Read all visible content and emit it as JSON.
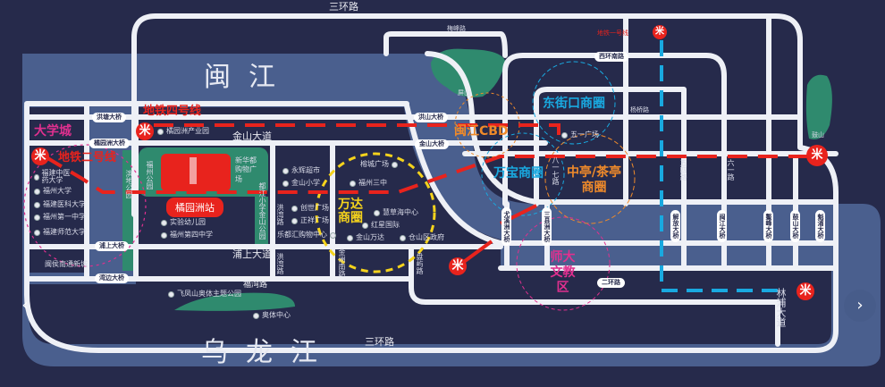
{
  "rivers": {
    "minjiang": "闽江",
    "wulongjiang": "乌龙江"
  },
  "roads": {
    "sanhuan_top": "三环路",
    "sanhuan_bottom": "三环路",
    "jinshan": "金山大道",
    "pushang": "浦上大道",
    "fuwan": "福湾路",
    "meifeng": "梅峰路",
    "xihuannan": "西环南路",
    "yangqiao": "杨桥路",
    "erhuan": "二环路",
    "bayiqi": "八一七路",
    "wusi": "五四路",
    "liuyi": "六一路",
    "hongwan1": "洪湾路",
    "hongwan2": "洪湾路",
    "jinzhounan": "金洲南路",
    "panyu": "盘屿路",
    "linpu": "林浦大道"
  },
  "bridges": {
    "hongtang": "洪塘大桥",
    "juyuanzhou": "橘园洲大桥",
    "pushang": "浦上大桥",
    "wanbian": "湾边大桥",
    "hongshan": "洪山大桥",
    "jinshan": "金山大桥",
    "youxizhou": "尤溪洲大桥",
    "sanxianzhou": "三县洲大桥",
    "jiefang": "解放大桥",
    "minjiang": "闽江大桥",
    "aofeng": "鳌峰大桥",
    "gushan": "鼓山大桥",
    "kuipu": "魁浦大桥"
  },
  "metro": {
    "line4": "地铁四号线",
    "line2": "地铁二号线",
    "line1": "地铁一号线",
    "station": "橘园洲站",
    "glyph": "米"
  },
  "districts": {
    "daxuecheng": "大学城",
    "wanda": "万达商圈",
    "cbd": "闽江CBD",
    "wanbao": "万宝商圈",
    "dongjiekou": "东街口商圈",
    "zhongting": "中亭/茶亭商圈",
    "shida": "师大文教区"
  },
  "colors": {
    "background": "#262a4b",
    "river": "#4a5f8e",
    "green": "#2f8a6e",
    "metro": "#e8231d",
    "line1": "#19a9e0",
    "yellow": "#f5d31c",
    "magenta": "#e0308f",
    "orange": "#ef8a2a"
  },
  "pois": {
    "juyuanzhou_park": "橘园洲产业园",
    "tcm_univ": "福建中医药大学",
    "fzu": "福州大学",
    "fjmu": "福建医科大学",
    "fz1": "福州第一中学",
    "fjnu": "福建师范大学",
    "nantong": "闽侯南通新城",
    "fuzhou_park": "福州公园",
    "bindi_park": "滨地公园",
    "xinhuadu": "新华都购物广场",
    "dujiang": "都江小学",
    "jinshan_park": "金山公园",
    "kinder": "实验幼儿园",
    "fz4": "福州第四中学",
    "feifeng": "飞凤山奥体主题公园",
    "olympic": "奥体中心",
    "yonghui": "永辉超市",
    "jinshan_school": "金山小学",
    "chuangshi": "创世广场",
    "zhengxiang": "正祥广场",
    "ledu": "乐都汇购物中心",
    "rongcheng": "榕城广场",
    "fz3": "福州三中",
    "huicao": "慧草海中心",
    "hongxing": "红星国际",
    "jswanda": "金山万达",
    "cangshan": "仓山区政府",
    "pingshan": "屏山",
    "wuyi": "五一广场",
    "gushan": "鼓山"
  },
  "nav": {
    "prev": "‹",
    "next": "›"
  }
}
